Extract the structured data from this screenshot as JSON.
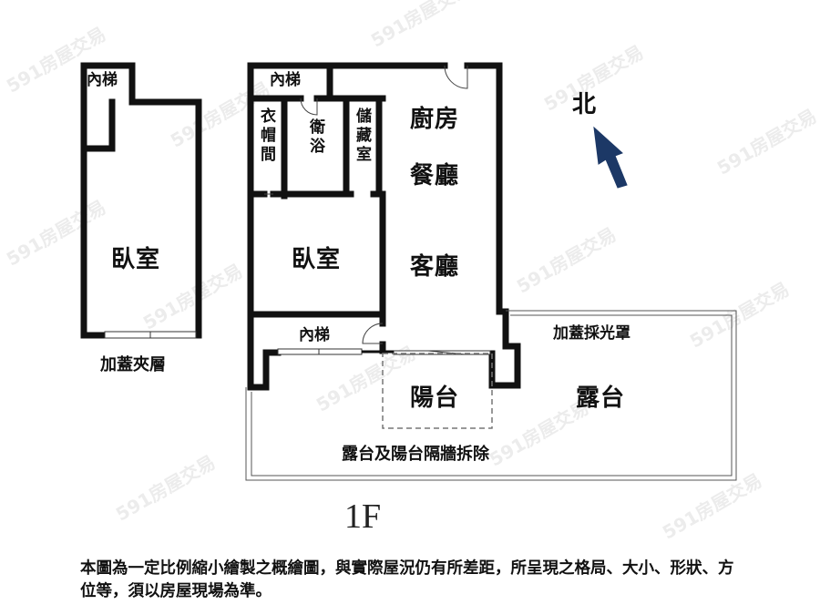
{
  "floor_label": "1F",
  "compass": {
    "label": "北",
    "arrow_color": "#1c3866"
  },
  "mezzanine": {
    "stair": "內梯",
    "bedroom": "臥室",
    "caption": "加蓋夾層"
  },
  "first_floor": {
    "stair_top": "內梯",
    "closet": "衣帽間",
    "bathroom": "衛浴",
    "storage": "儲藏室",
    "kitchen": "廚房",
    "dining": "餐廳",
    "bedroom": "臥室",
    "living": "客廳",
    "stair_bottom": "內梯",
    "balcony": "陽台",
    "skylight": "加蓋採光罩",
    "terrace": "露台",
    "wall_removed_note": "露台及陽台隔牆拆除"
  },
  "disclaimer": "本圖為一定比例縮小繪製之概繪圖，與實際屋況仍有所差距，所呈現之格局、大小、形狀、方位等，須以房屋現場為準。",
  "watermark": "591房屋交易"
}
